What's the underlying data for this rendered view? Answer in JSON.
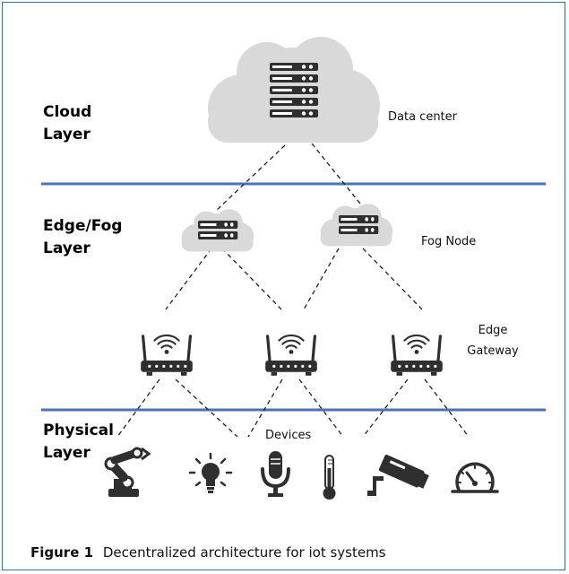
{
  "layers": [
    {
      "line1": "Cloud",
      "line2": "Layer"
    },
    {
      "line1": "Edge/Fog",
      "line2": "Layer"
    },
    {
      "line1": "Physical",
      "line2": "Layer"
    }
  ],
  "nodes": {
    "data_center": "Data center",
    "fog_node": "Fog Node",
    "edge_gateway_line1": "Edge",
    "edge_gateway_line2": "Gateway",
    "devices": "Devices"
  },
  "device_icons": [
    "robot-arm-icon",
    "light-bulb-icon",
    "microphone-icon",
    "thermometer-icon",
    "security-camera-icon",
    "speedometer-icon"
  ],
  "caption": {
    "label": "Figure 1",
    "text": "Decentralized architecture for iot systems"
  },
  "colors": {
    "layer_divider": "#4a72b5",
    "cloud_fill": "#d9d9d9",
    "server_fill": "#2f2f2f",
    "frame_border": "#3d6f86"
  }
}
